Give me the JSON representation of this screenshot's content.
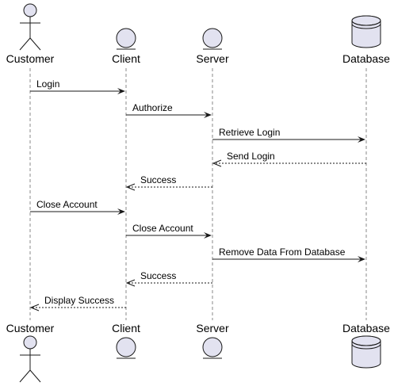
{
  "participants": [
    {
      "id": "customer",
      "label": "Customer",
      "kind": "actor"
    },
    {
      "id": "client",
      "label": "Client",
      "kind": "entity"
    },
    {
      "id": "server",
      "label": "Server",
      "kind": "entity"
    },
    {
      "id": "database",
      "label": "Database",
      "kind": "database"
    }
  ],
  "messages": [
    {
      "from": "customer",
      "to": "client",
      "label": "Login",
      "style": "solid"
    },
    {
      "from": "client",
      "to": "server",
      "label": "Authorize",
      "style": "solid"
    },
    {
      "from": "server",
      "to": "database",
      "label": "Retrieve Login",
      "style": "solid"
    },
    {
      "from": "database",
      "to": "server",
      "label": "Send Login",
      "style": "dashed"
    },
    {
      "from": "server",
      "to": "client",
      "label": "Success",
      "style": "dashed"
    },
    {
      "from": "customer",
      "to": "client",
      "label": "Close Account",
      "style": "solid"
    },
    {
      "from": "client",
      "to": "server",
      "label": "Close Account",
      "style": "solid"
    },
    {
      "from": "server",
      "to": "database",
      "label": "Remove Data From Database",
      "style": "solid"
    },
    {
      "from": "server",
      "to": "client",
      "label": "Success",
      "style": "dashed"
    },
    {
      "from": "client",
      "to": "customer",
      "label": "Display Success",
      "style": "dashed"
    }
  ],
  "colors": {
    "participant_fill": "#e2e2f0",
    "line": "#181818",
    "lifeline": "#8a8a8a"
  }
}
